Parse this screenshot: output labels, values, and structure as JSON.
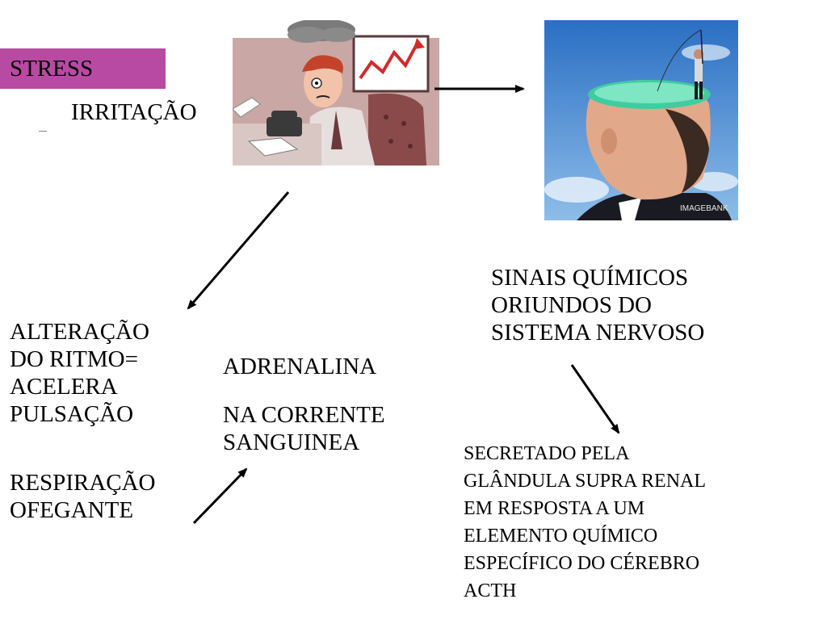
{
  "labels": {
    "stress": "STRESS",
    "irritation": "IRRITAÇÃO",
    "rhythm": [
      "ALTERAÇÃO",
      "DO RITMO=",
      "ACELERA",
      "PULSAÇÃO"
    ],
    "breathing": [
      "RESPIRAÇÃO",
      "OFEGANTE"
    ],
    "adrenaline": "ADRENALINA",
    "bloodstream": [
      "NA CORRENTE",
      "SANGUINEA"
    ],
    "signals": [
      "SINAIS QUÍMICOS",
      "ORIUNDOS DO",
      "SISTEMA NERVOSO"
    ],
    "secreted": [
      "SECRETADO PELA",
      "GLÂNDULA SUPRA RENAL",
      "EM RESPOSTA A UM",
      "ELEMENTO QUÍMICO",
      "ESPECÍFICO DO CÉREBRO",
      "ACTH"
    ]
  },
  "images": {
    "head_watermark": "IMAGEBANK"
  },
  "colors": {
    "stress_box": "#b84aa4",
    "arrow": "#000000"
  }
}
